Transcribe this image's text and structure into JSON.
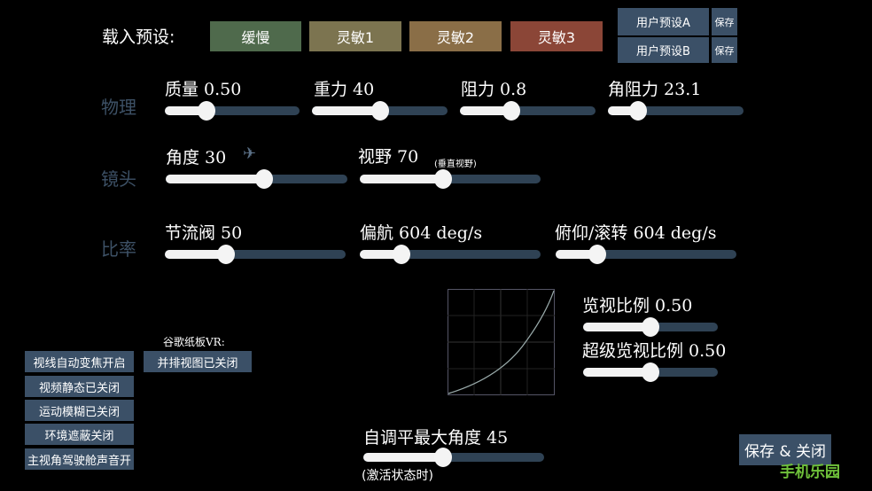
{
  "presets": {
    "label": "载入预设:",
    "buttons": [
      {
        "label": "缓慢",
        "color": "#4f6a4c"
      },
      {
        "label": "灵敏1",
        "color": "#7c7450"
      },
      {
        "label": "灵敏2",
        "color": "#8a6e47"
      },
      {
        "label": "灵敏3",
        "color": "#8b4637"
      }
    ],
    "user": [
      {
        "label": "用户预设A",
        "save": "保存"
      },
      {
        "label": "用户预设B",
        "save": "保存"
      }
    ]
  },
  "sections": {
    "physics": "物理",
    "camera": "镜头",
    "rates": "比率"
  },
  "sliders": {
    "mass": {
      "label": "质量 0.50",
      "value": 0.31
    },
    "gravity": {
      "label": "重力 40",
      "value": 0.5
    },
    "drag": {
      "label": "阻力 0.8",
      "value": 0.38
    },
    "angdrag": {
      "label": "角阻力 23.1",
      "value": 0.22
    },
    "angle": {
      "label": "角度 30",
      "value": 0.54
    },
    "fov": {
      "label": "视野 70",
      "note": "(垂直视野)",
      "value": 0.46
    },
    "throttle": {
      "label": "节流阀 50",
      "value": 0.34
    },
    "yaw": {
      "label": "偏航 604 deg/s",
      "value": 0.23
    },
    "pitchroll": {
      "label": "俯仰/滚转 604 deg/s",
      "value": 0.23
    },
    "expo": {
      "label": "览视比例 0.50",
      "value": 0.5
    },
    "superexpo": {
      "label": "超级览视比例 0.50",
      "value": 0.5
    },
    "autolevel": {
      "label": "自调平最大角度 45",
      "note": "(激活状态时)",
      "value": 0.44
    }
  },
  "toggles": [
    "视线自动变焦开启",
    "视频静态已关闭",
    "运动模糊已关闭",
    "环境遮蔽关闭",
    "主视角驾驶舱声音开"
  ],
  "cardboard": {
    "label": "谷歌纸板VR:",
    "button": "并排视图已关闭"
  },
  "save_close": "保存 & 关闭",
  "watermark": "手机乐园"
}
